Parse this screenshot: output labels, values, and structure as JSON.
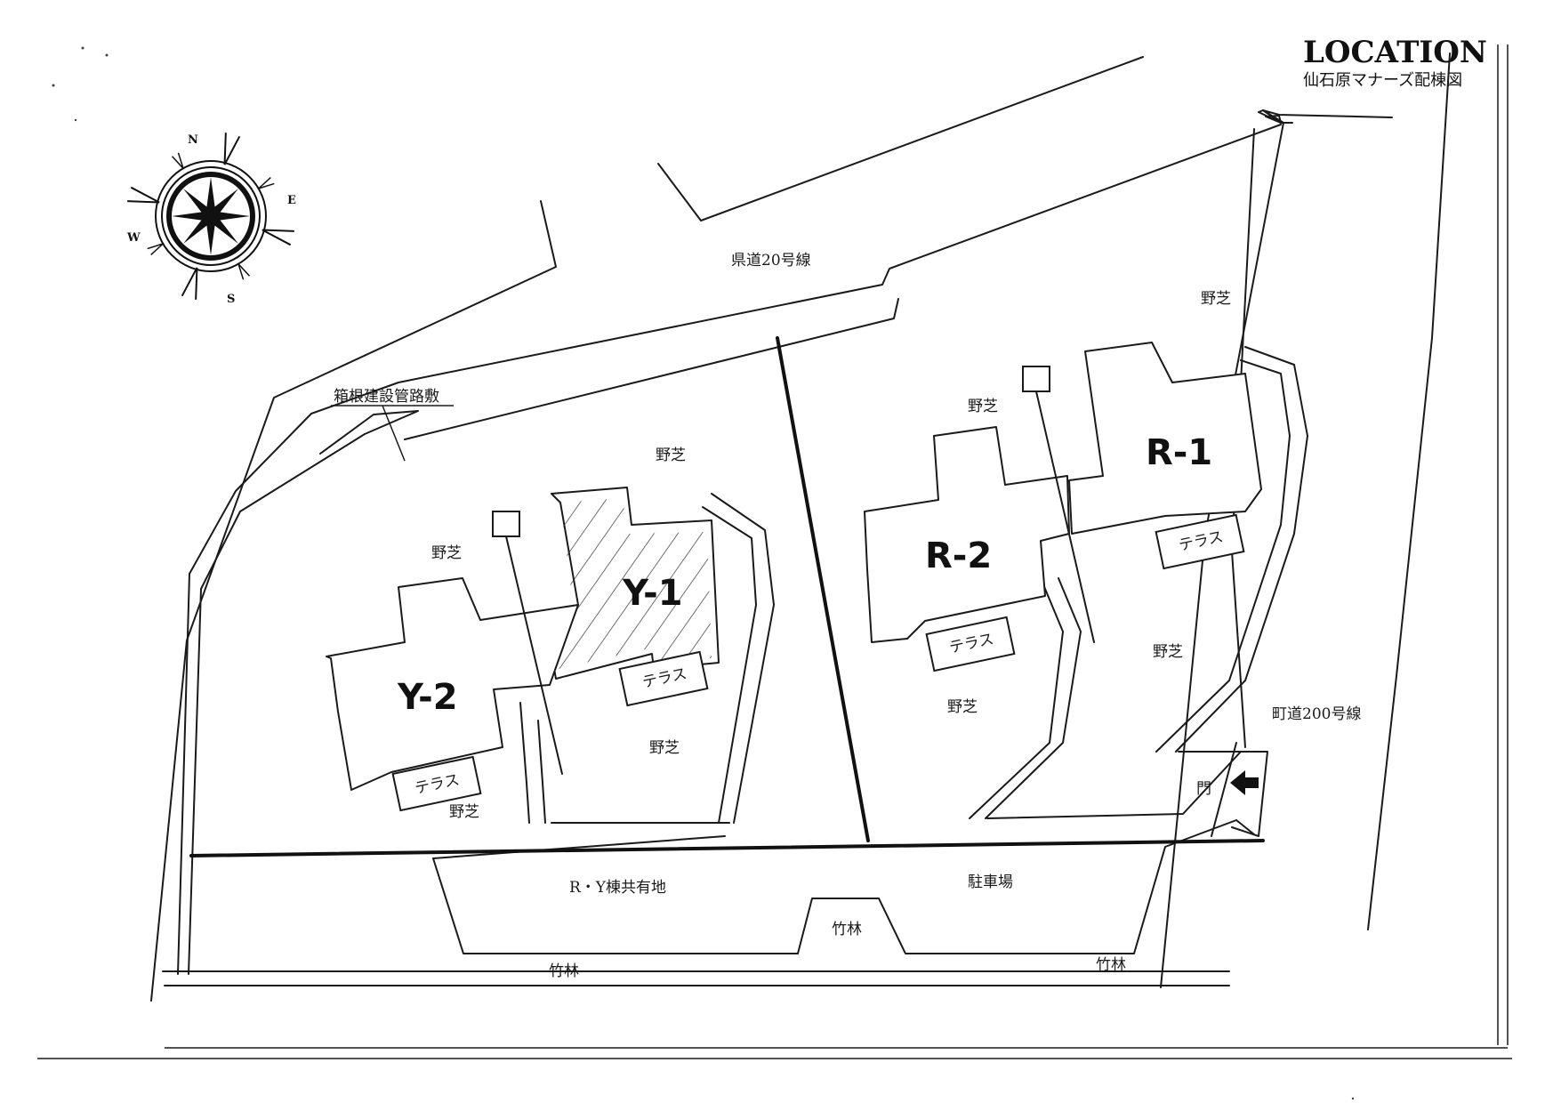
{
  "header": {
    "title": "LOCATION",
    "subtitle": "仙石原マナーズ配棟図"
  },
  "compass": {
    "n": "N",
    "e": "E",
    "s": "S",
    "w": "W"
  },
  "roads": {
    "prefectural": "県道20号線",
    "town": "町道200号線",
    "easement": "箱根建設管路敷"
  },
  "buildings": {
    "y1": "Y-1",
    "y2": "Y-2",
    "r1": "R-1",
    "r2": "R-2"
  },
  "labels": {
    "lawn": "野芝",
    "terrace": "テラス",
    "gate": "門",
    "common": "R・Y棟共有地",
    "parking": "駐車場",
    "bamboo": "竹林"
  }
}
